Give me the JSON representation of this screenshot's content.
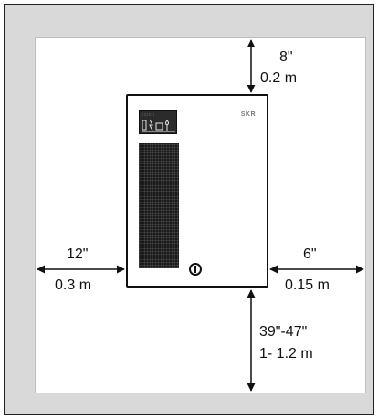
{
  "cabinet": {
    "brand": "SKR"
  },
  "clearances": {
    "top": {
      "imperial": "8\"",
      "metric": "0.2 m"
    },
    "left": {
      "imperial": "12\"",
      "metric": "0.3 m"
    },
    "right": {
      "imperial": "6\"",
      "metric": "0.15 m"
    },
    "bottom": {
      "imperial": "39\"-47\"",
      "metric": "1- 1.2 m"
    }
  },
  "colors": {
    "frame_fill": "#d9d9d9",
    "wall_fill": "#ffffff",
    "line": "#111111"
  }
}
